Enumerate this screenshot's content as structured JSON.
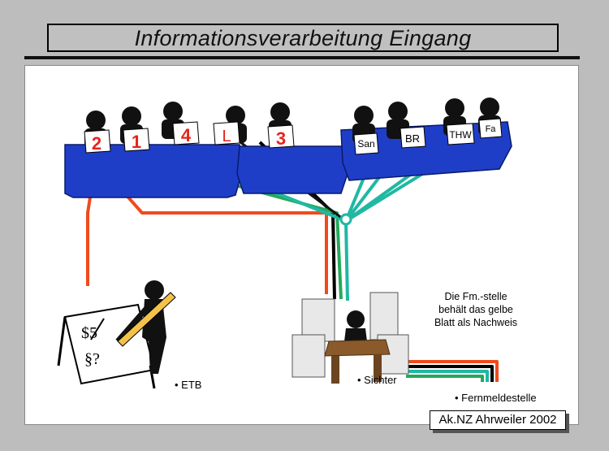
{
  "title": "Informationsverarbeitung  Eingang",
  "desk_signs": [
    "2",
    "1",
    "4",
    "L",
    "3",
    "San",
    "BR",
    "THW",
    "Fa"
  ],
  "labels": {
    "etb": "• ETB",
    "sichter": "• Sichter",
    "fernmeldestelle": "• Fernmeldestelle"
  },
  "note_lines": [
    "Die Fm.-stelle",
    "behält das gelbe",
    "Blatt als Nachweis"
  ],
  "credit": "Ak.NZ Ahrweiler 2002",
  "colors": {
    "table": "#1f3ec8",
    "red_line": "#f04a1c",
    "black_line": "#000000",
    "teal_line": "#1fb8a3",
    "green_line": "#26a85a",
    "sign_red": "#e8231c"
  }
}
